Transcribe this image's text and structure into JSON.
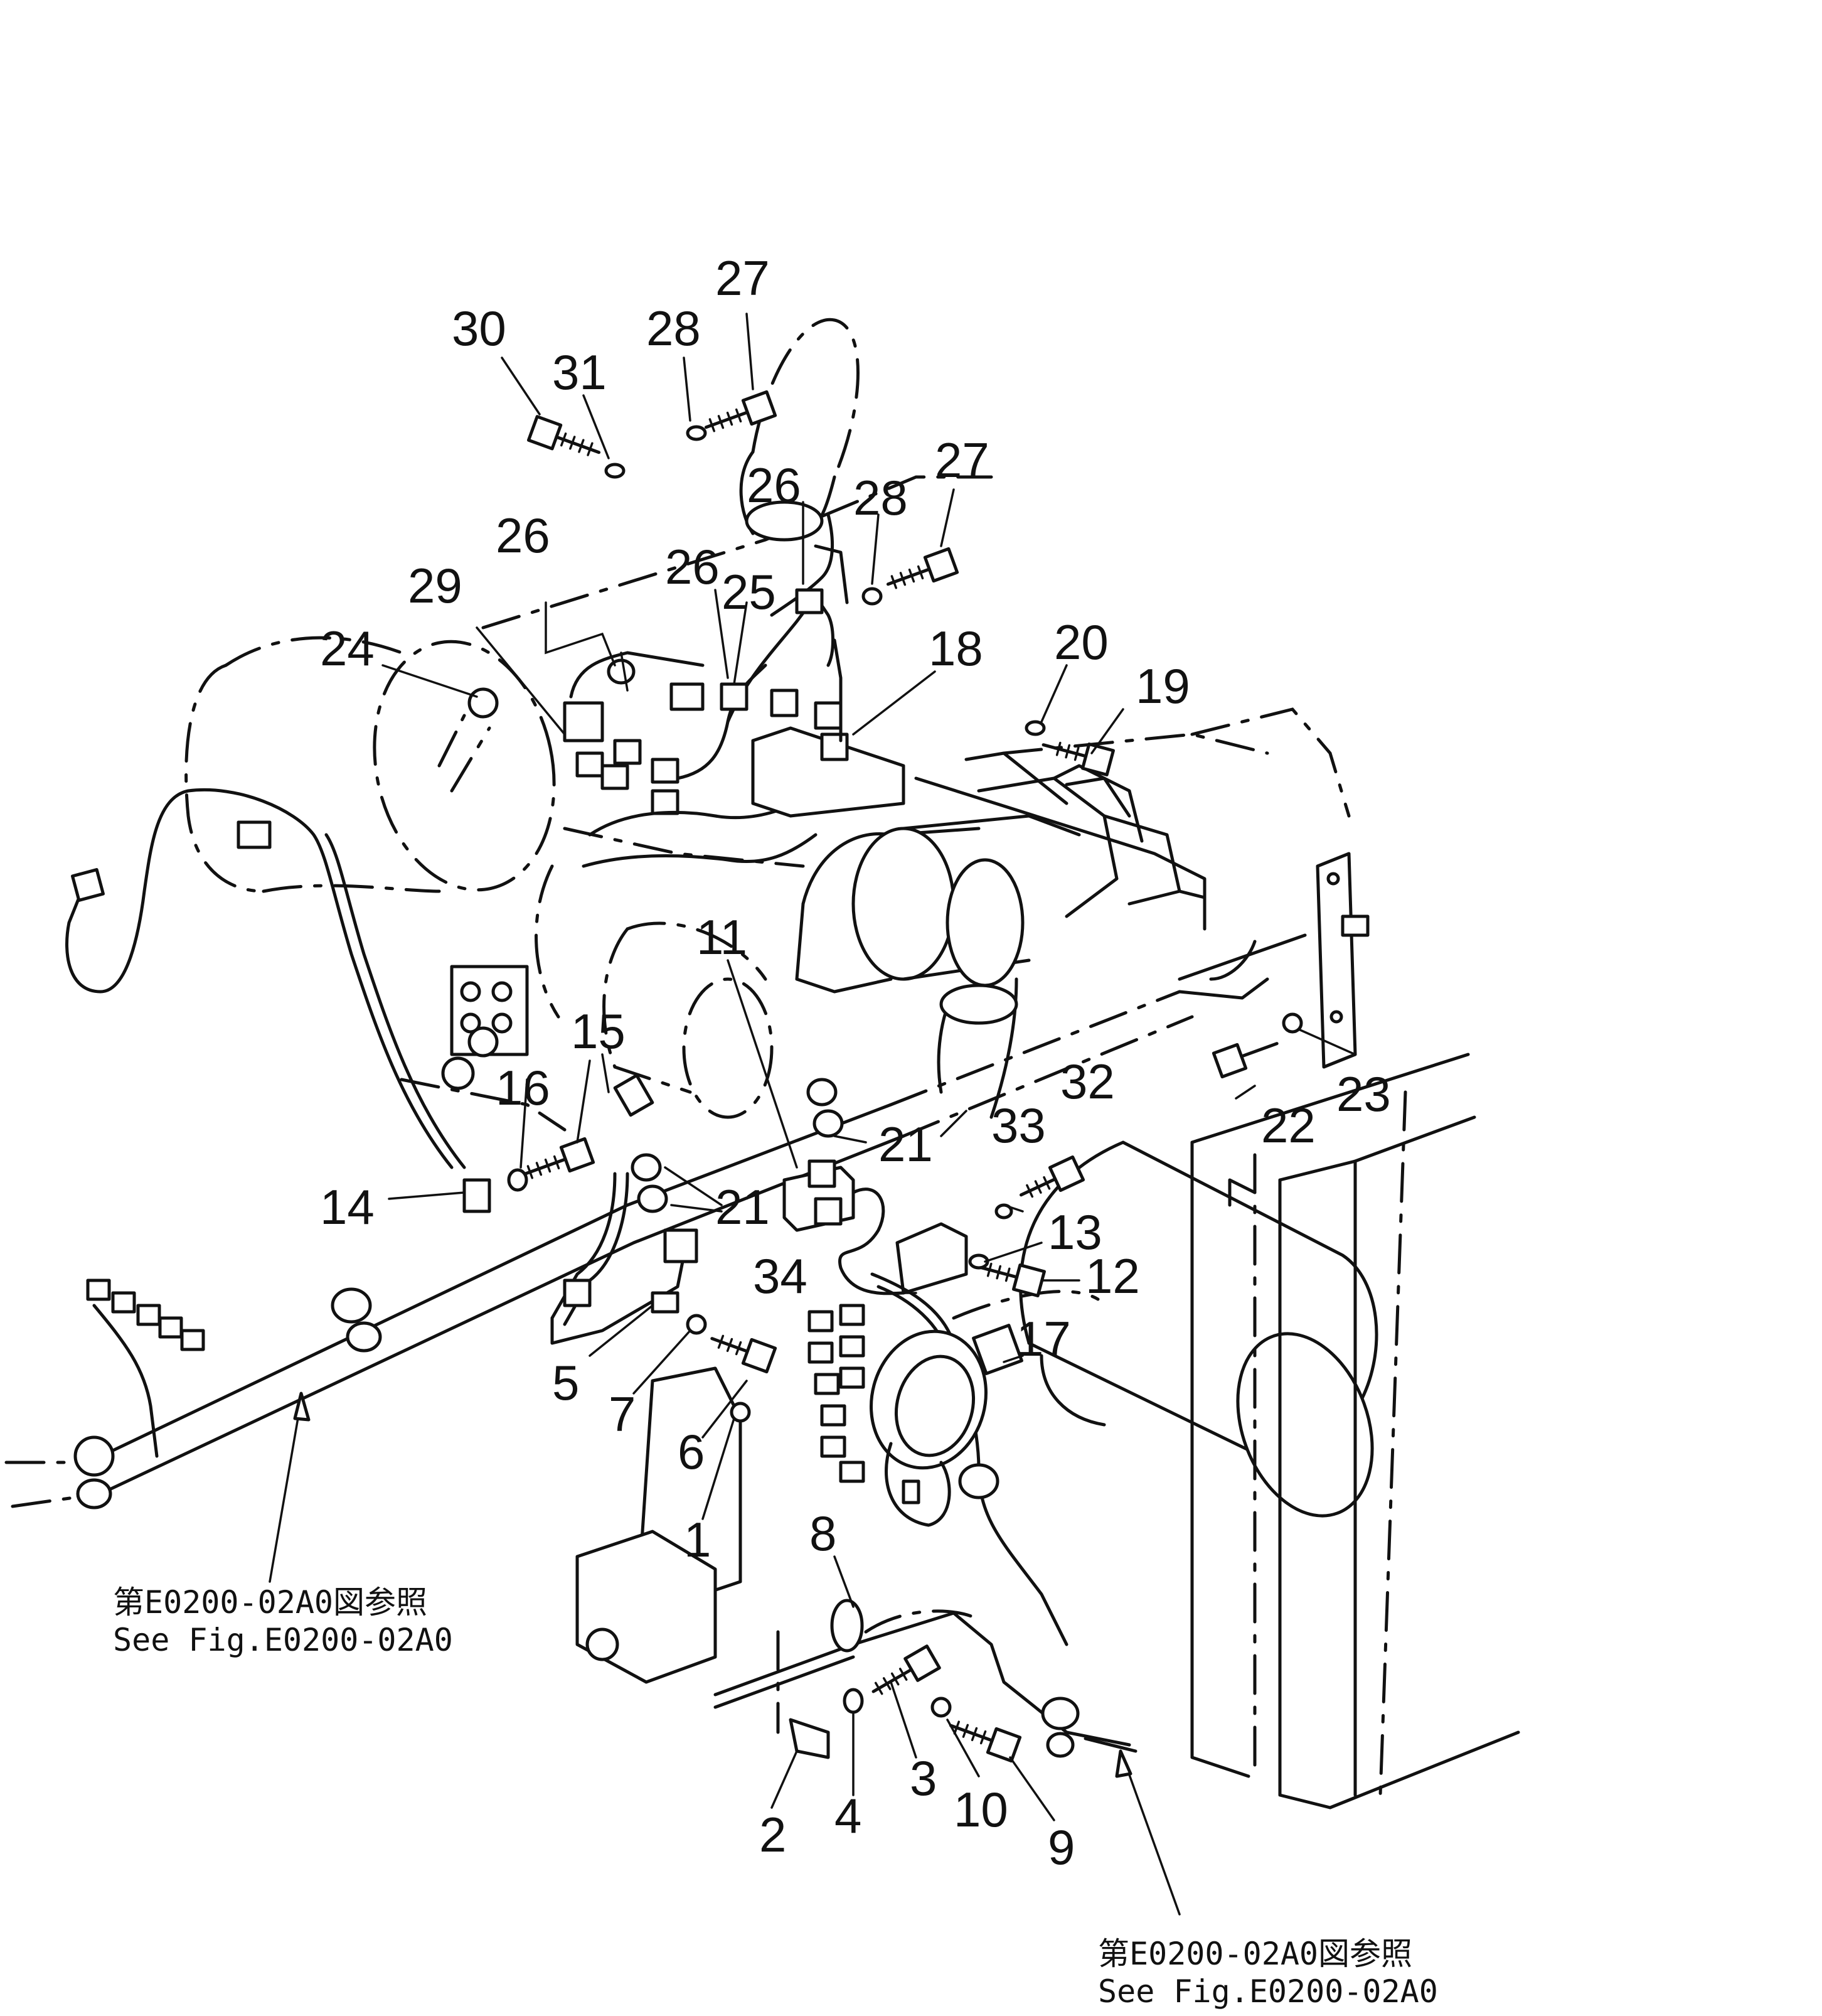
{
  "callouts": [
    "1",
    "2",
    "3",
    "4",
    "5",
    "6",
    "7",
    "8",
    "9",
    "10",
    "11",
    "12",
    "13",
    "14",
    "15",
    "16",
    "17",
    "18",
    "19",
    "20",
    "21",
    "21",
    "22",
    "23",
    "24",
    "25",
    "26",
    "26",
    "26",
    "27",
    "27",
    "28",
    "28",
    "29",
    "30",
    "31",
    "32",
    "33",
    "34"
  ],
  "references": [
    {
      "jp": "第E0200-02A0図参照",
      "en": "See Fig.E0200-02A0"
    },
    {
      "jp": "第E0200-02A0図参照",
      "en": "See Fig.E0200-02A0"
    }
  ]
}
